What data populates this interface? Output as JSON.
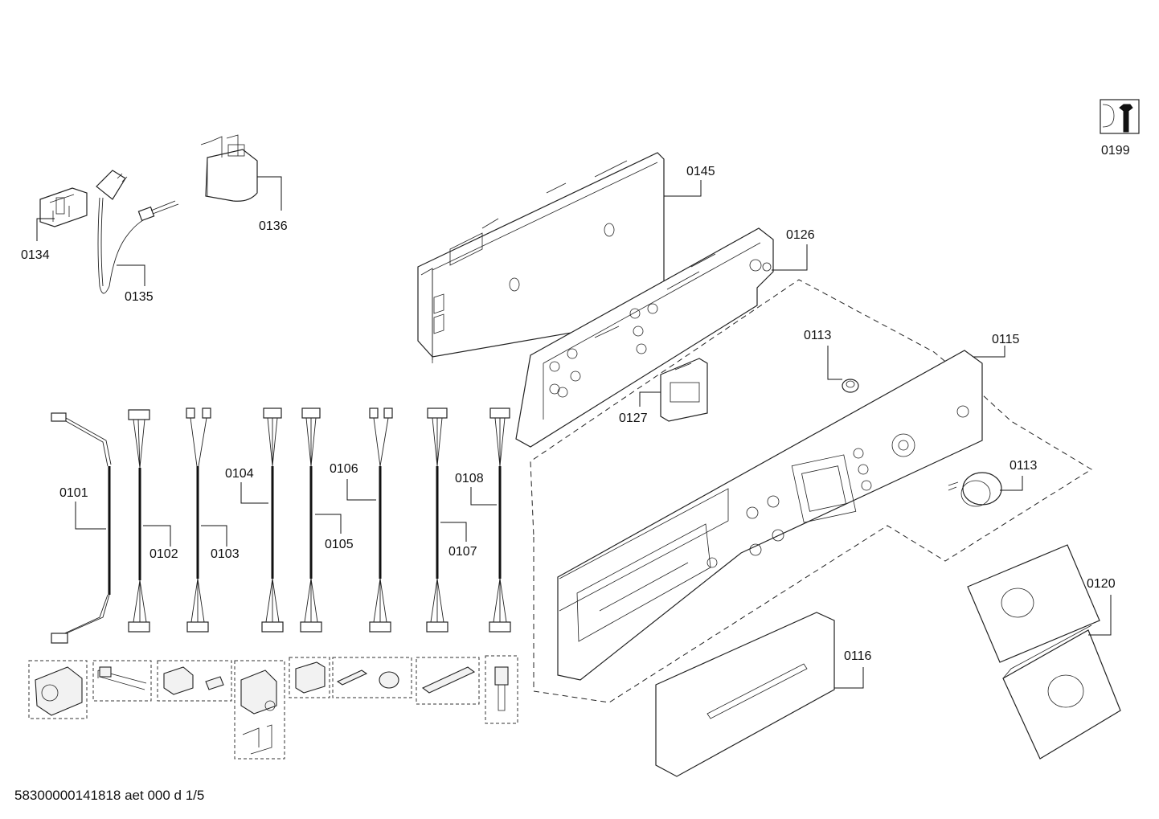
{
  "labels": {
    "p0199": "0199",
    "p0145": "0145",
    "p0126": "0126",
    "p0136": "0136",
    "p0134": "0134",
    "p0135": "0135",
    "p0113a": "0113",
    "p0115": "0115",
    "p0127": "0127",
    "p0113b": "0113",
    "p0101": "0101",
    "p0102": "0102",
    "p0103": "0103",
    "p0104": "0104",
    "p0105": "0105",
    "p0106": "0106",
    "p0107": "0107",
    "p0108": "0108",
    "p0120": "0120",
    "p0116": "0116"
  },
  "footer": "58300000141818 aet 000 d 1/5",
  "icons": {
    "service": "wrench-icon"
  }
}
